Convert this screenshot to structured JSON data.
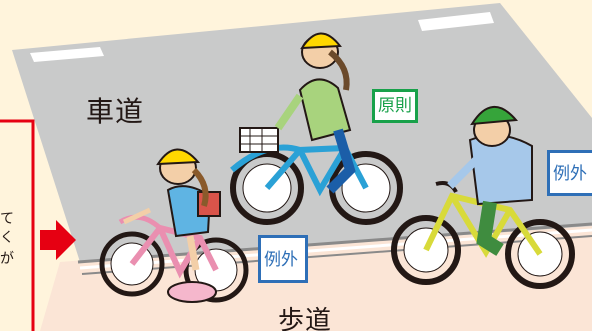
{
  "labels": {
    "road": "車道",
    "sidewalk": "歩道",
    "principle": "原則",
    "exception_1": "例外",
    "exception_2": "例外"
  },
  "side_panel": {
    "fragments": [
      "て",
      "く",
      "が"
    ]
  },
  "colors": {
    "background": "#fff4dc",
    "road": "#c9caca",
    "sidewalk": "#fbe5d6",
    "lane_marking": "#ffffff",
    "panel_border": "#e60012",
    "arrow": "#e60012",
    "principle": "#18a14a",
    "exception": "#2e6fb7",
    "helmet": "#ffd700"
  },
  "icons": {
    "arrow": "right-arrow-icon",
    "cyclists": [
      "child-cyclist-icon",
      "woman-cyclist-icon",
      "elderly-man-cyclist-icon"
    ]
  }
}
